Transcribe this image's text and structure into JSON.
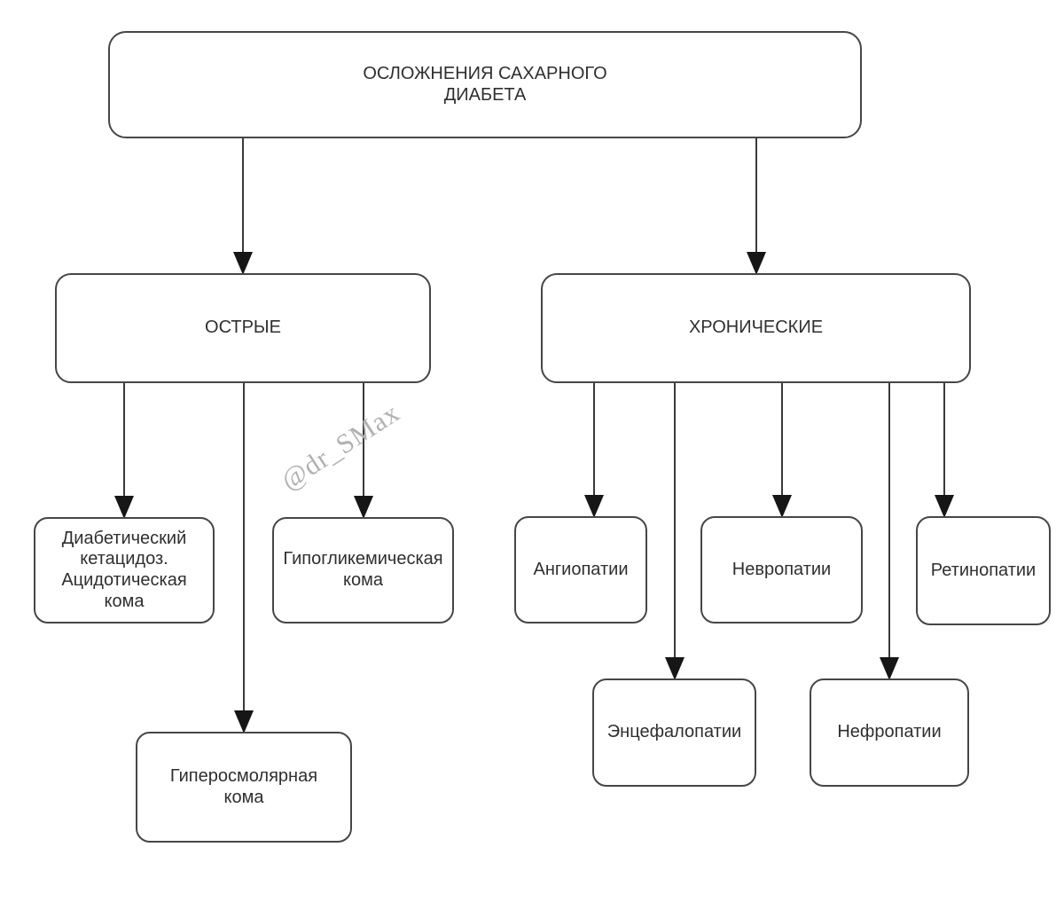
{
  "diagram": {
    "background_color": "#ffffff",
    "box_border_color": "#464646",
    "line_color": "#3a3a3a",
    "arrow_color": "#161616",
    "text_color": "#2f2f2f",
    "watermark": {
      "text": "@dr_SMax",
      "color": "#b4b0b0"
    },
    "nodes": {
      "root": {
        "label": "ОСЛОЖНЕНИЯ САХАРНОГО ДИАБЕТА"
      },
      "acute": {
        "label": "ОСТРЫЕ"
      },
      "chronic": {
        "label": "ХРОНИЧЕСКИЕ"
      },
      "dka": {
        "label": "Диабетический кетацидоз. Ацидотическая кома"
      },
      "hypoglycemic_coma": {
        "label": "Гипогликемическая кома"
      },
      "hyperosmolar_coma": {
        "label": "Гиперосмолярная кома"
      },
      "angiopathies": {
        "label": "Ангиопатии"
      },
      "neuropathies": {
        "label": "Невропатии"
      },
      "retinopathies": {
        "label": "Ретинопатии"
      },
      "encephalopathies": {
        "label": "Энцефалопатии"
      },
      "nephropathies": {
        "label": "Нефропатии"
      }
    },
    "edges": [
      {
        "from": "root",
        "to": "acute"
      },
      {
        "from": "root",
        "to": "chronic"
      },
      {
        "from": "acute",
        "to": "dka"
      },
      {
        "from": "acute",
        "to": "hyperosmolar_coma"
      },
      {
        "from": "acute",
        "to": "hypoglycemic_coma"
      },
      {
        "from": "chronic",
        "to": "angiopathies"
      },
      {
        "from": "chronic",
        "to": "encephalopathies"
      },
      {
        "from": "chronic",
        "to": "neuropathies"
      },
      {
        "from": "chronic",
        "to": "nephropathies"
      },
      {
        "from": "chronic",
        "to": "retinopathies"
      }
    ]
  }
}
